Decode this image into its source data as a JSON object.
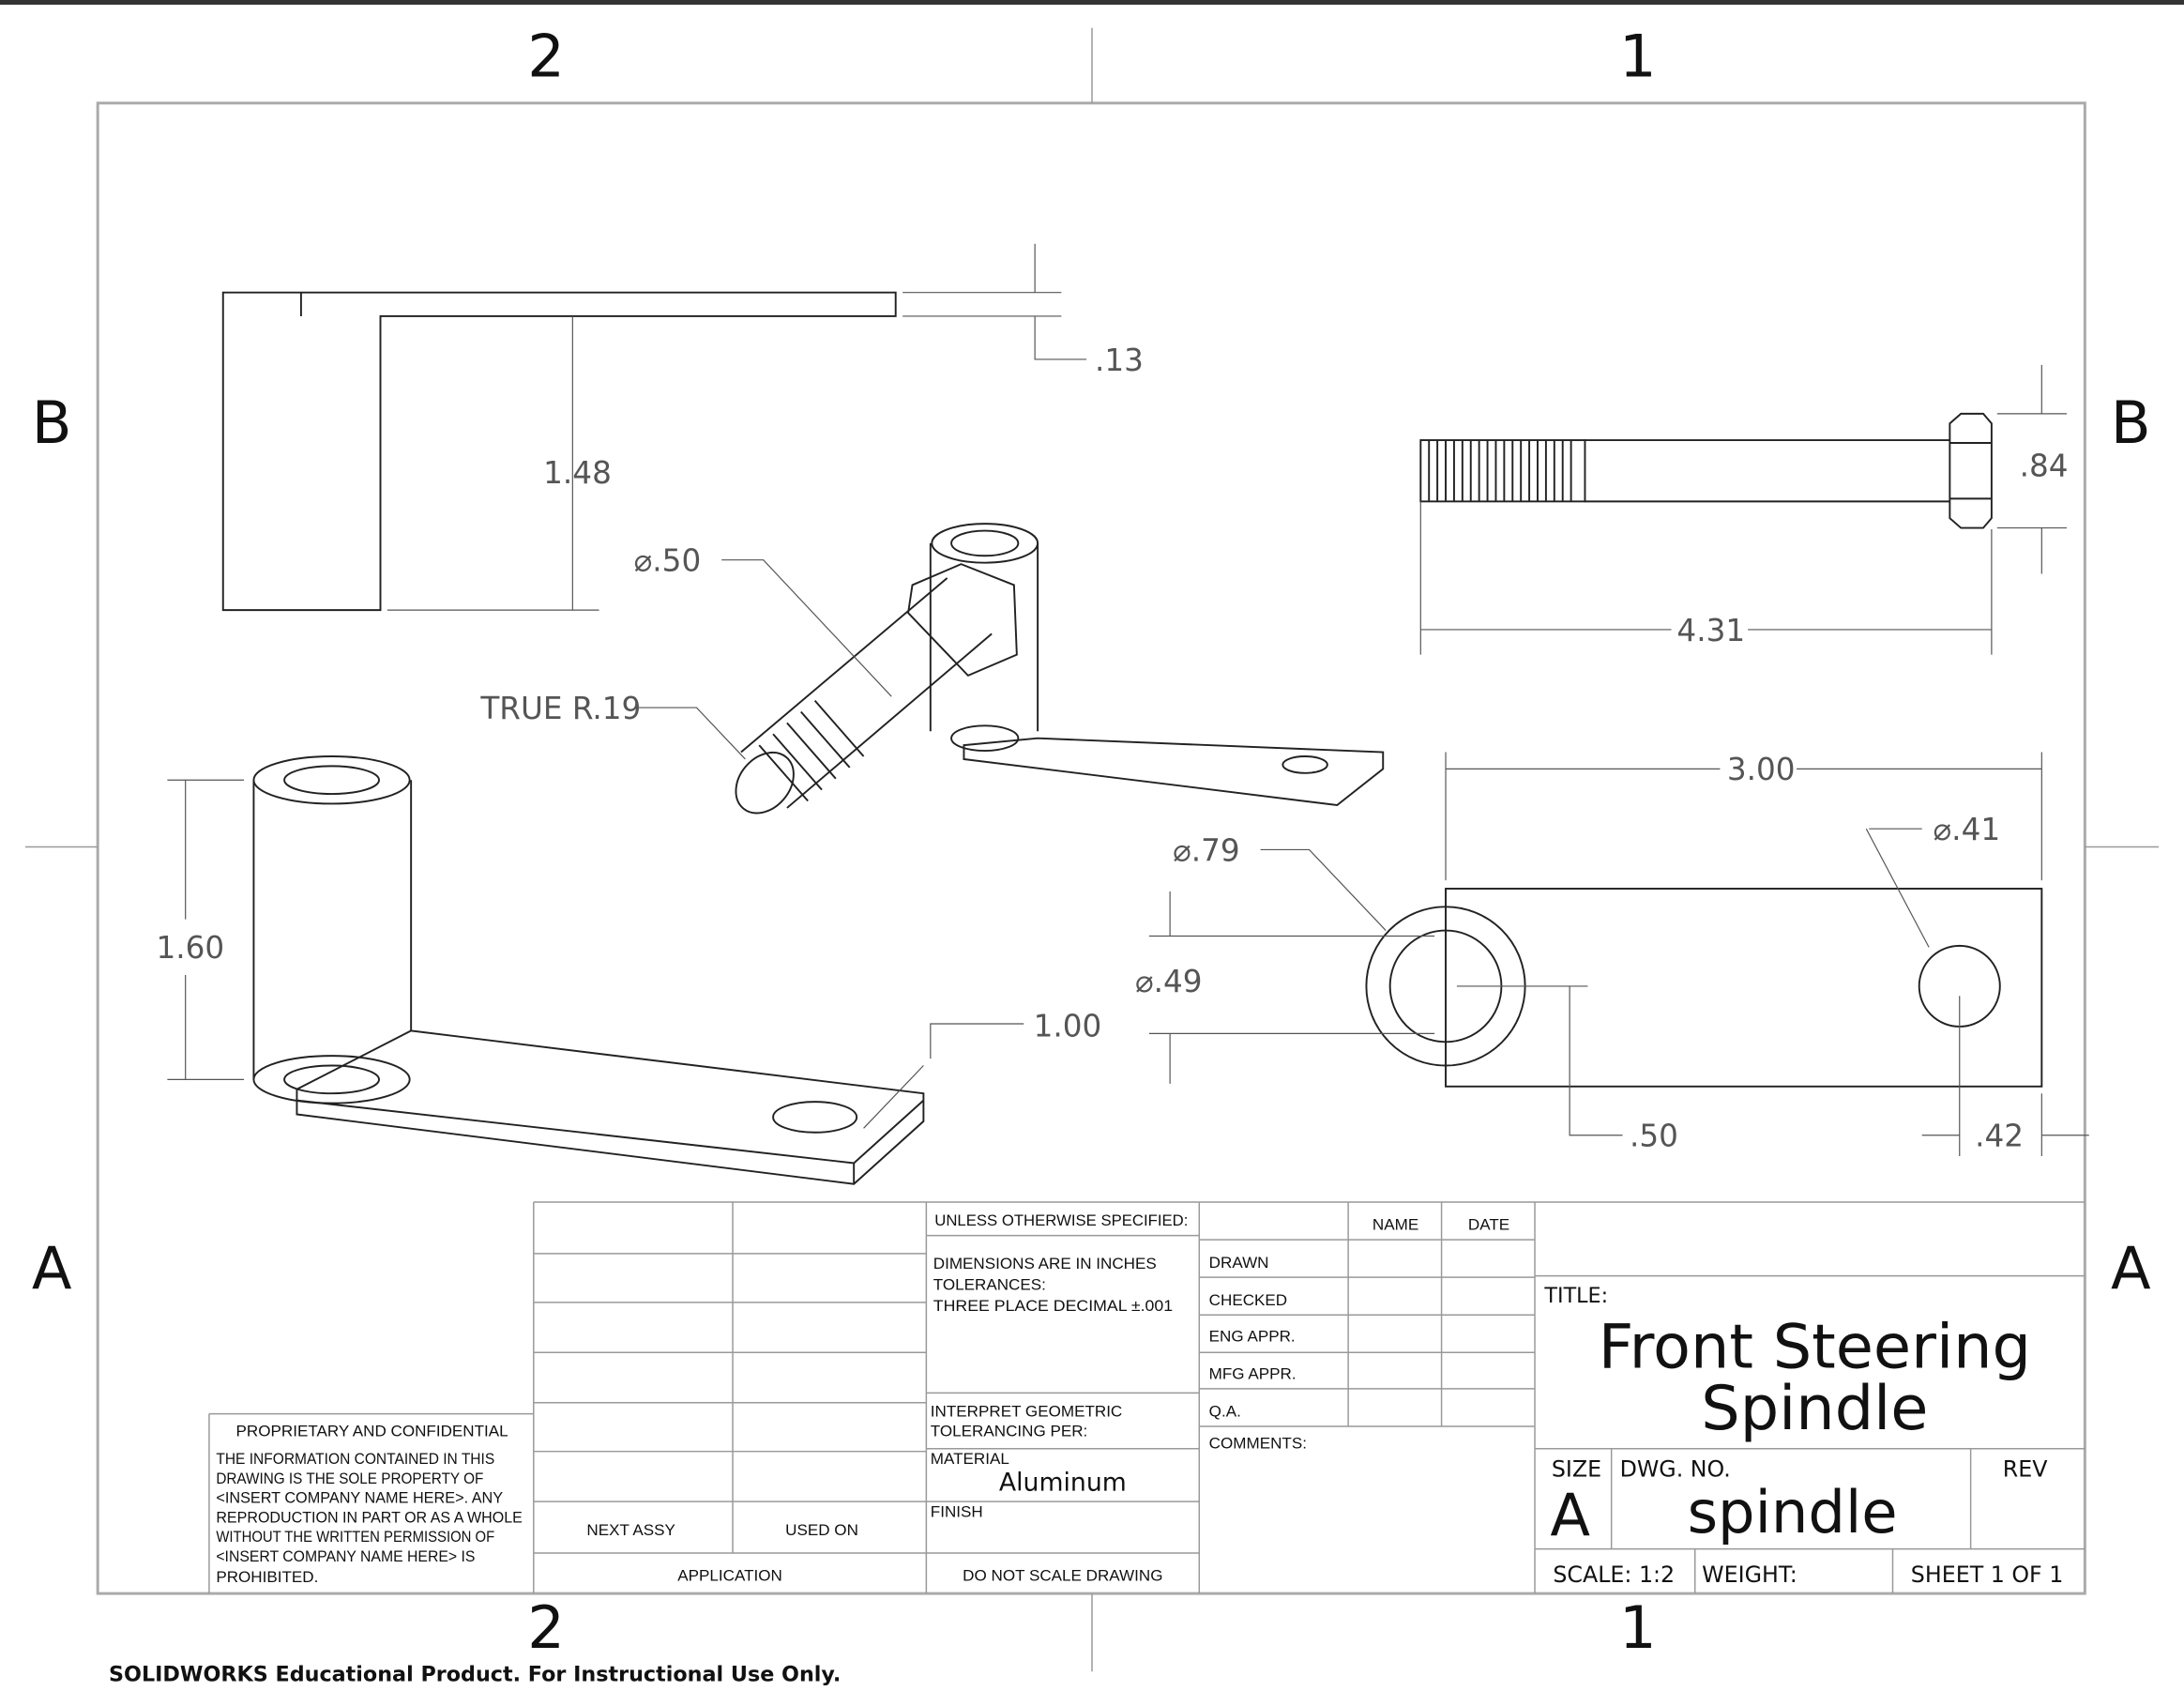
{
  "zones": {
    "top": [
      "2",
      "1"
    ],
    "bottom": [
      "2",
      "1"
    ],
    "left": [
      "B",
      "A"
    ],
    "right": [
      "B",
      "A"
    ]
  },
  "dimensions": {
    "flange_thickness": ".13",
    "side_height": "1.48",
    "bolt_dia": "⌀.50",
    "true_radius": "TRUE R.19",
    "bolt_head": ".84",
    "bolt_length": "4.31",
    "plate_length": "3.00",
    "hole_small": "⌀.41",
    "boss_outer": "⌀.79",
    "boss_inner": "⌀.49",
    "iso_height": "1.60",
    "iso_plate": "1.00",
    "boss_offset": ".50",
    "hole_offset": ".42"
  },
  "title_block": {
    "unless": "UNLESS OTHERWISE SPECIFIED:",
    "dims_line1": "DIMENSIONS ARE IN INCHES",
    "dims_line2": "TOLERANCES:",
    "dims_line3": "THREE PLACE DECIMAL   ±.001",
    "interpret1": "INTERPRET GEOMETRIC",
    "interpret2": "TOLERANCING PER:",
    "material_label": "MATERIAL",
    "material": "Aluminum",
    "finish_label": "FINISH",
    "do_not_scale": "DO NOT SCALE DRAWING",
    "next_assy": "NEXT ASSY",
    "used_on": "USED ON",
    "application": "APPLICATION",
    "name": "NAME",
    "date": "DATE",
    "rows": [
      "DRAWN",
      "CHECKED",
      "ENG APPR.",
      "MFG APPR.",
      "Q.A."
    ],
    "comments": "COMMENTS:",
    "title_label": "TITLE:",
    "title1": "Front Steering",
    "title2": "Spindle",
    "size_label": "SIZE",
    "size": "A",
    "dwg_label": "DWG.  NO.",
    "dwg_no": "spindle",
    "rev_label": "REV",
    "scale": "SCALE: 1:2",
    "weight": "WEIGHT:",
    "sheet": "SHEET 1 OF 1"
  },
  "proprietary": {
    "heading": "PROPRIETARY AND CONFIDENTIAL",
    "lines": [
      "THE INFORMATION CONTAINED IN THIS",
      "DRAWING IS THE SOLE PROPERTY OF",
      "<INSERT COMPANY NAME HERE>.  ANY",
      "REPRODUCTION IN PART OR AS A WHOLE",
      "WITHOUT THE WRITTEN PERMISSION OF",
      "<INSERT COMPANY NAME HERE> IS",
      "PROHIBITED."
    ]
  },
  "watermark": "SOLIDWORKS Educational Product. For Instructional Use Only."
}
